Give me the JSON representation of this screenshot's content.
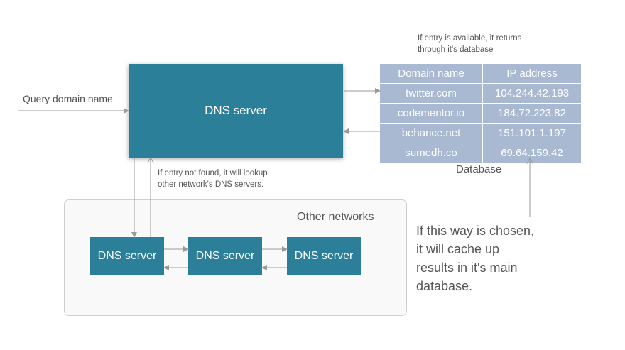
{
  "left_label": "Query domain name",
  "main_server": "DNS server",
  "forward_note": "If entry is available, it returns\nthrough it's database",
  "lookup_note": "If entry not found, it will lookup\nother network's DNS servers.",
  "database": {
    "headers": [
      "Domain name",
      "IP address"
    ],
    "rows": [
      [
        "twitter.com",
        "104.244.42.193"
      ],
      [
        "codementor.io",
        "184.72.223.82"
      ],
      [
        "behance.net",
        "151.101.1.197"
      ],
      [
        "sumedh.co",
        "69.64.159.42"
      ]
    ],
    "label": "Database"
  },
  "other_networks": {
    "label": "Other networks",
    "servers": [
      "DNS server",
      "DNS server",
      "DNS server"
    ]
  },
  "cache_note": "If this way is chosen,\nit will cache up\nresults in it's main\ndatabase.",
  "colors": {
    "server": "#2b7f99",
    "table": "#a9b9d1",
    "arrow": "#9a9a9a"
  }
}
